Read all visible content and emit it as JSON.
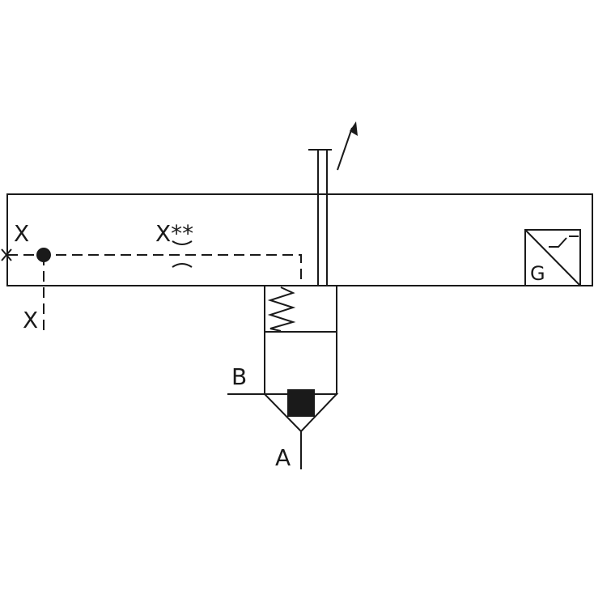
{
  "labels": {
    "port_x_left": "X",
    "port_x_orifice": "X**",
    "port_x_bottom": "X",
    "port_b": "B",
    "port_a": "A",
    "sensor": "G"
  },
  "icons": [
    "adjustment-arrow-icon",
    "spring-icon",
    "orifice-icon",
    "junction-dot-icon",
    "plug-x-icon",
    "sensor-icon"
  ]
}
